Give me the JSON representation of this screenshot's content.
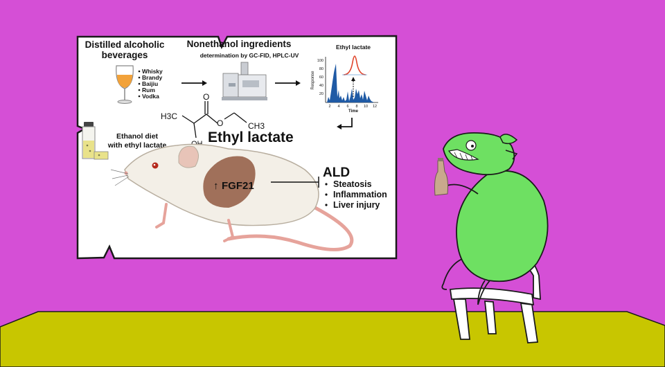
{
  "poster": {
    "beverages_title_line1": "Distilled alcoholic",
    "beverages_title_line2": "beverages",
    "beverage_list": [
      "Whisky",
      "Brandy",
      "Baijiu",
      "Rum",
      "Vodka"
    ],
    "ingredients_title": "Nonethanol ingredients",
    "determination_text": "determination  by GC-FID, HPLC-UV",
    "chromatogram": {
      "title": "Ethyl lactate",
      "ylabel": "Response",
      "xlabel": "Time",
      "y_ticks": [
        "100",
        "80",
        "60",
        "40",
        "20"
      ],
      "x_ticks": [
        "2",
        "4",
        "6",
        "8",
        "10",
        "12"
      ]
    },
    "molecule": {
      "ch3_left": "H3C",
      "carbonyl_o": "O",
      "ester_o": "O",
      "oh": "OH",
      "ch3_right": "CH3"
    },
    "compound_name": "Ethyl lactate",
    "diet_line1": "Ethanol  diet",
    "diet_line2": "with ethyl lactate",
    "fgf21_label": "FGF21",
    "ald_title": "ALD",
    "ald_items": [
      "Steatosis",
      "Inflammation",
      "Liver injury"
    ]
  },
  "colors": {
    "wall": "#d54fd6",
    "floor": "#c8c600",
    "creature_body": "#6ee062",
    "liver": "#a0705a",
    "peak": "#1f5aa5",
    "gaussian": "#e0442b"
  }
}
